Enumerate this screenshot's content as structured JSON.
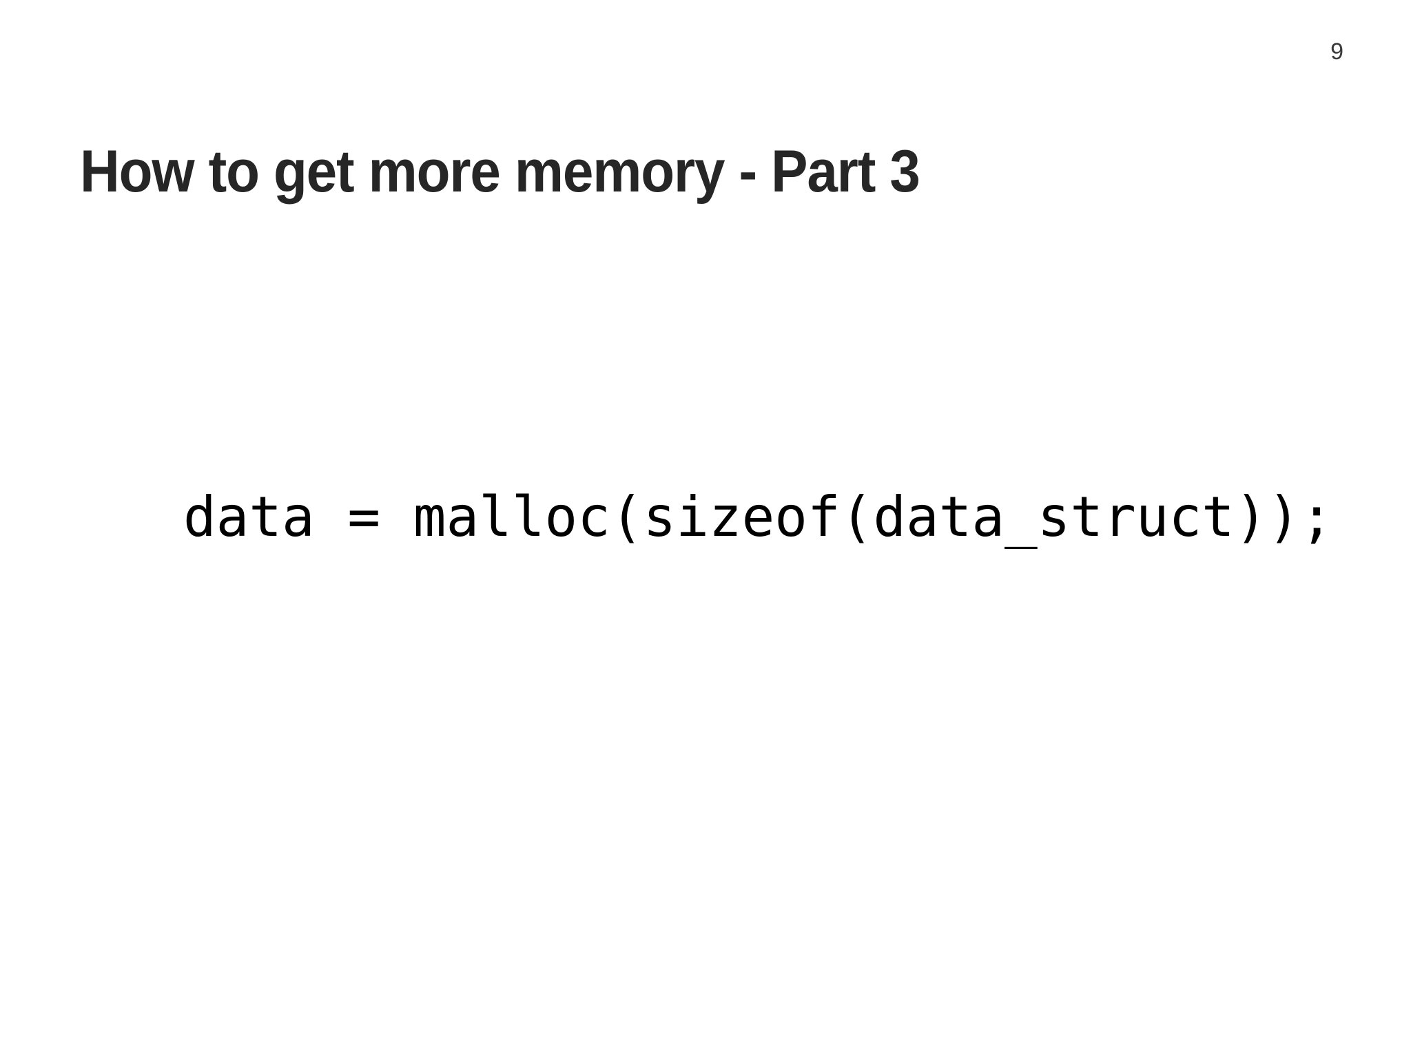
{
  "slide": {
    "page_number": "9",
    "title": "How to get more memory - Part 3",
    "code": {
      "lines": [
        "data = malloc(sizeof(data_struct));"
      ]
    },
    "colors": {
      "background": "#ffffff",
      "title_text": "#262626",
      "code_text": "#000000",
      "page_number_text": "#3a3a3a"
    }
  }
}
